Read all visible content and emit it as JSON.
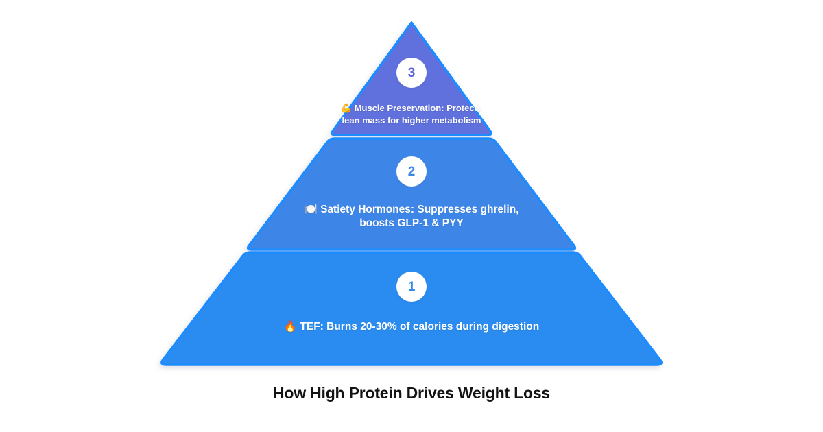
{
  "chart_data": {
    "type": "pyramid",
    "title": "How High Protein Drives Weight Loss",
    "orientation": "bottom-wide",
    "levels": [
      {
        "rank": "3",
        "position": "top",
        "icon": "flexed-biceps-icon",
        "emoji": "💪",
        "text": "Muscle Preservation: Protects lean mass for higher metabolism",
        "fill": "#6070dc",
        "stroke": "#1f8cff"
      },
      {
        "rank": "2",
        "position": "middle",
        "icon": "plate-with-cutlery-icon",
        "emoji": "🍽️",
        "text": "Satiety Hormones: Suppresses ghrelin, boosts GLP-1 & PYY",
        "fill": "#3c86e8",
        "stroke": "#1f8cff"
      },
      {
        "rank": "1",
        "position": "bottom",
        "icon": "fire-icon",
        "emoji": "🔥",
        "text": "TEF: Burns 20-30% of calories during digestion",
        "fill": "#2b8cf0",
        "stroke": "#1f8cff"
      }
    ],
    "background": "#ffffff",
    "badge_background": "#ffffff",
    "label_color": "#ffffff",
    "title_color": "#131313"
  },
  "pyramid": {
    "tier3": {
      "number": "3",
      "emoji": "💪",
      "text": "Muscle Preservation: Protects lean mass for higher metabolism"
    },
    "tier2": {
      "number": "2",
      "emoji": "🍽️",
      "text": "Satiety Hormones: Suppresses ghrelin, boosts GLP-1 & PYY"
    },
    "tier1": {
      "number": "1",
      "emoji": "🔥",
      "text": "TEF: Burns 20-30% of calories during digestion"
    }
  },
  "caption": {
    "title": "How High Protein Drives Weight Loss"
  }
}
